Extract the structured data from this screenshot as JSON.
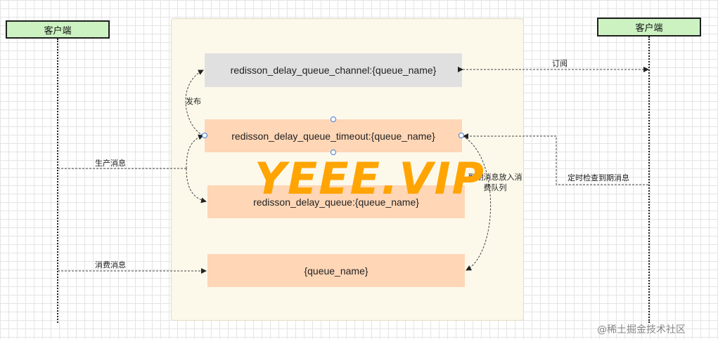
{
  "clients": {
    "left": "客户端",
    "right": "客户端"
  },
  "queues": {
    "channel": "redisson_delay_queue_channel:{queue_name}",
    "timeout": "redisson_delay_queue_timeout:{queue_name}",
    "delay_queue": "redisson_delay_queue:{queue_name}",
    "target": "{queue_name}"
  },
  "edges": {
    "publish": "发布",
    "subscribe": "订阅",
    "produce": "生产消息",
    "consume": "消费消息",
    "move_expired": "到期消息放入消费队列",
    "scheduled_check": "定时检查到期消息"
  },
  "overlay": {
    "watermark": "YEEE.VIP",
    "credit": "@稀土掘金技术社区"
  },
  "colors": {
    "client_fill": "#ccf2c2",
    "container_fill": "#fcf9eb",
    "channel_fill": "#e0e0e0",
    "queue_fill": "#ffd6b6",
    "watermark": "#ffa400",
    "handle": "#3b7dd8"
  }
}
